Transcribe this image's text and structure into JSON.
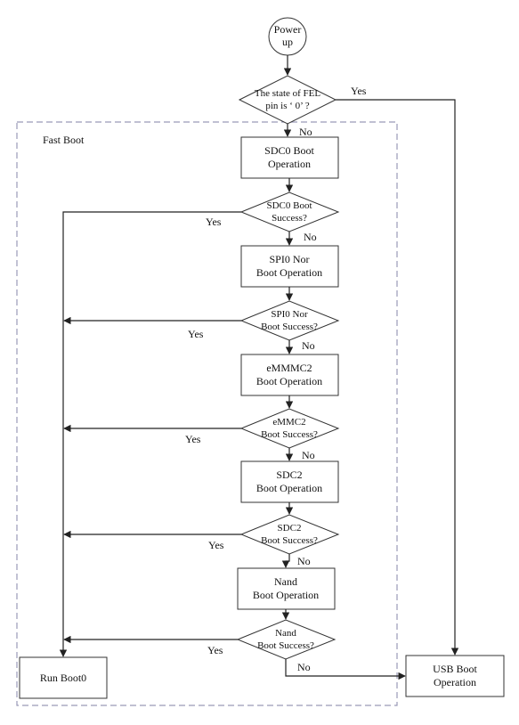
{
  "diagram": {
    "start": {
      "lines": [
        "Power",
        "up"
      ]
    },
    "fel_decision": {
      "lines": [
        "The state of FEL",
        "pin is ‘ 0’ ?"
      ]
    },
    "region_label": "Fast Boot",
    "steps": [
      {
        "op": [
          "SDC0 Boot",
          "Operation"
        ],
        "check": [
          "SDC0 Boot",
          "Success?"
        ]
      },
      {
        "op": [
          "SPI0  Nor",
          "Boot Operation"
        ],
        "check": [
          "SPI0 Nor",
          "Boot Success?"
        ]
      },
      {
        "op": [
          "eMMMC2",
          "Boot Operation"
        ],
        "check": [
          "eMMC2",
          "Boot Success?"
        ]
      },
      {
        "op": [
          "SDC2",
          "Boot Operation"
        ],
        "check": [
          "SDC2",
          "Boot Success?"
        ]
      },
      {
        "op": [
          "Nand",
          "Boot Operation"
        ],
        "check": [
          "Nand",
          "Boot Success?"
        ]
      }
    ],
    "run_boot0": "Run Boot0",
    "usb_boot": {
      "lines": [
        "USB Boot",
        "Operation"
      ]
    },
    "labels": {
      "yes": "Yes",
      "no": "No"
    },
    "colors": {
      "stroke": "#333333",
      "region_border": "#9a9ab8",
      "text": "#111111"
    }
  }
}
